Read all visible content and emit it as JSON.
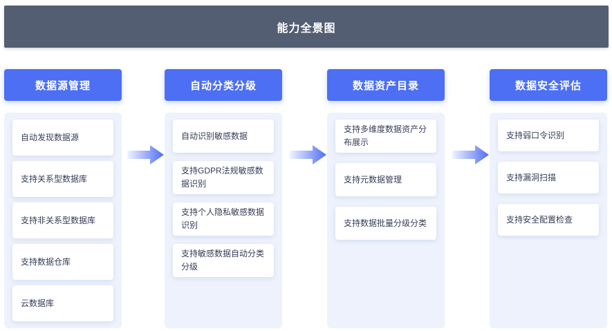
{
  "banner": {
    "title": "能力全景图"
  },
  "columns": [
    {
      "header": "数据源管理",
      "items": [
        "自动发现数据源",
        "支持关系型数据库",
        "支持非关系型数据库",
        "支持数据仓库",
        "云数据库"
      ]
    },
    {
      "header": "自动分类分级",
      "items": [
        "自动识别敏感数据",
        "支持GDPR法规敏感数据识别",
        "支持个人隐私敏感数据识别",
        "支持敏感数据自动分类分级"
      ]
    },
    {
      "header": "数据资产目录",
      "items": [
        "支持多维度数据资产分布展示",
        "支持元数据管理",
        "支持数据批量分级分类"
      ]
    },
    {
      "header": "数据安全评估",
      "items": [
        "支持弱口令识别",
        "支持漏洞扫描",
        "支持安全配置检查"
      ]
    }
  ],
  "arrows": {
    "icon": "right-arrow-icon",
    "count": 3
  },
  "colors": {
    "banner_bg": "#545e72",
    "header_bg": "#4c6ff4",
    "panel_bg": "#eef2fc",
    "card_bg": "#ffffff",
    "card_text": "#363e58",
    "arrow_start": "#f0f4fe",
    "arrow_end": "#4f6ef2"
  }
}
